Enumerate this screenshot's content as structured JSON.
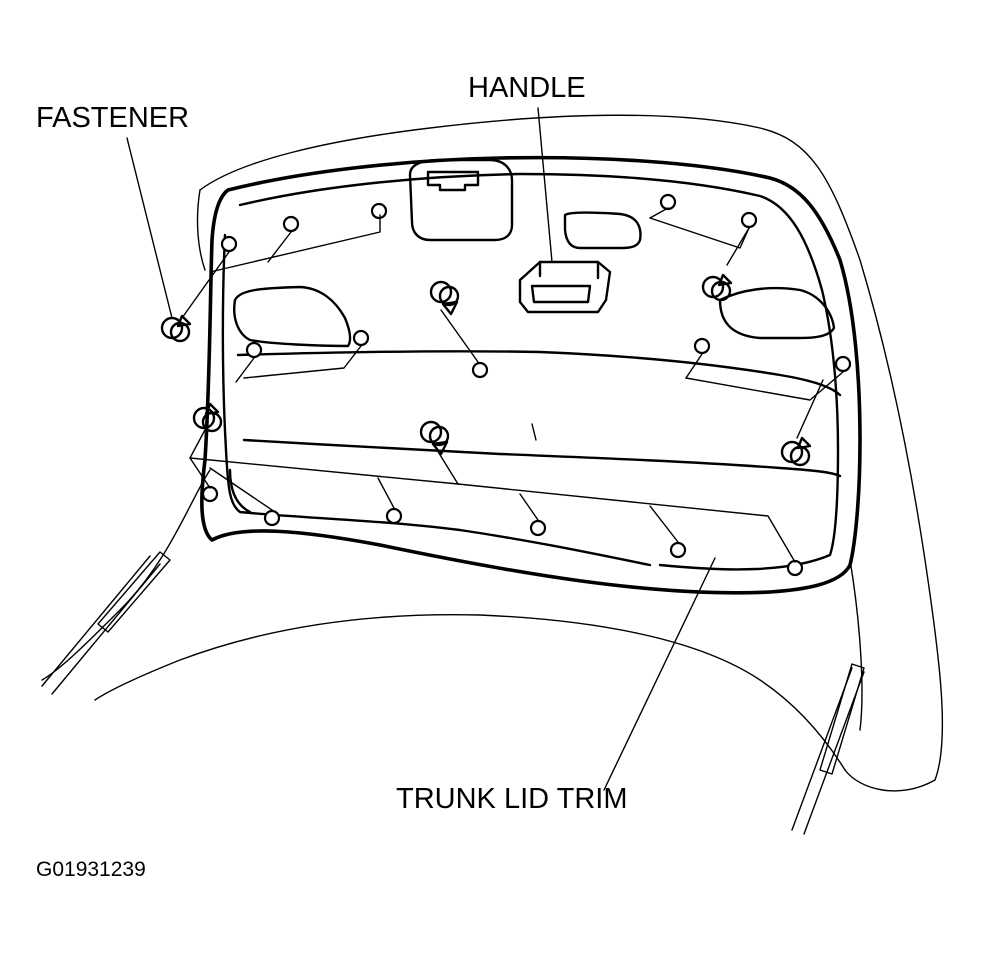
{
  "labels": {
    "fastener": "FASTENER",
    "handle": "HANDLE",
    "trunk_lid_trim": "TRUNK LID TRIM",
    "figure_code": "G01931239"
  }
}
